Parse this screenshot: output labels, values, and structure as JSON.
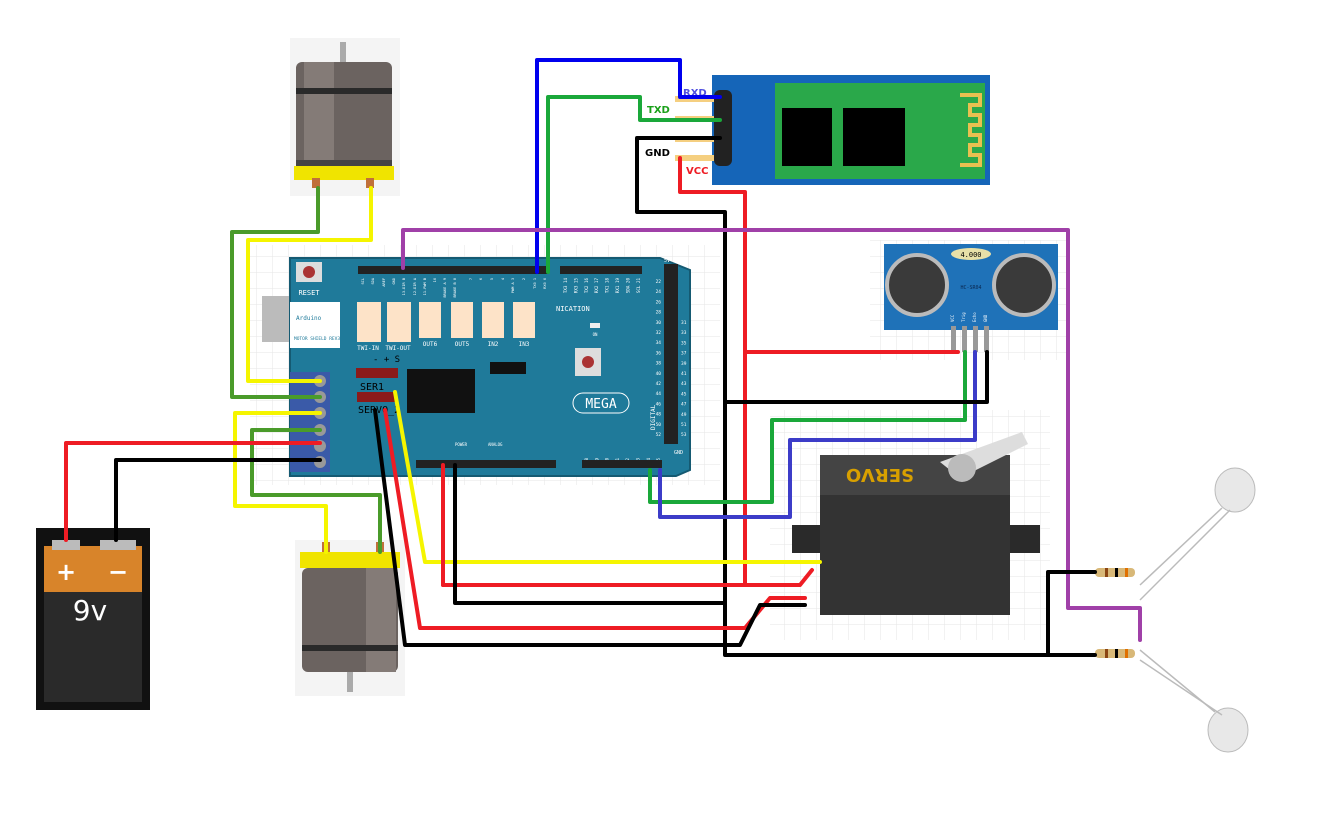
{
  "colors": {
    "board": "#1f7a9a",
    "bt_board": "#1565b8",
    "sensor_board": "#1f72b8",
    "wire_red": "#ee1c24",
    "wire_black": "#000000",
    "wire_yellow": "#f5f500",
    "wire_green": "#1aa83a",
    "wire_dark_green": "#4a9b2a",
    "wire_blue": "#0000ee",
    "wire_indigo": "#3c3cc8",
    "wire_purple": "#a040a8"
  },
  "bluetooth": {
    "pins": {
      "rxd": "RXD",
      "txd": "TXD",
      "gnd": "GND",
      "vcc": "VCC"
    },
    "label_colors": {
      "rxd": "#5050e0",
      "txd": "#1aa01a",
      "gnd": "#000000",
      "vcc": "#ee1c24"
    }
  },
  "shield": {
    "reset": "RESET",
    "logo": "Arduino",
    "model": "MOTOR SHIELD REV3",
    "connectors": [
      "TWI-IN",
      "TWI-OUT",
      "OUT6",
      "OUT5",
      "IN2",
      "IN3"
    ],
    "servo_header_signs": "- + S",
    "ser1": "SER1",
    "servo2": "SERVO_2",
    "mega": "MEGA",
    "communication": "NICATION",
    "digital": "DIGITAL",
    "power": "POWER",
    "analog": "ANALOG",
    "gnd": "GND",
    "fivev": "5V",
    "on": "ON",
    "top_header": [
      "SCL",
      "SDA",
      "AREF",
      "GND",
      "13-DIR B",
      "12-DIR A",
      "11-PWM B",
      "10",
      "BRAKE A 9",
      "BRAKE B 8",
      "7",
      "6",
      "5",
      "4",
      "PWM A 3",
      "2",
      "TX0 1",
      "RX0 0"
    ],
    "comm_pins": [
      "TX3 14",
      "RX3 15",
      "TX2 16",
      "RX2 17",
      "TX1 18",
      "RX1 19",
      "SDA 20",
      "SCL 21"
    ],
    "digital_left": [
      "22",
      "24",
      "26",
      "28",
      "30",
      "32",
      "34",
      "36",
      "38",
      "40",
      "42",
      "44",
      "46",
      "48",
      "50",
      "52"
    ],
    "digital_right": [
      "31",
      "33",
      "35",
      "37",
      "39",
      "41",
      "43",
      "45",
      "47",
      "49",
      "51",
      "53"
    ],
    "analog_pins": [
      "A8",
      "A9",
      "A10",
      "A11",
      "A12",
      "A13",
      "A14",
      "A15"
    ]
  },
  "sensor": {
    "model": "HC-SR04",
    "display": "4.000",
    "pins": [
      "VCC",
      "Trig",
      "Echo",
      "GND"
    ]
  },
  "servo": {
    "label": "SERVO"
  },
  "battery": {
    "voltage": "9v",
    "plus": "+",
    "minus": "−"
  }
}
